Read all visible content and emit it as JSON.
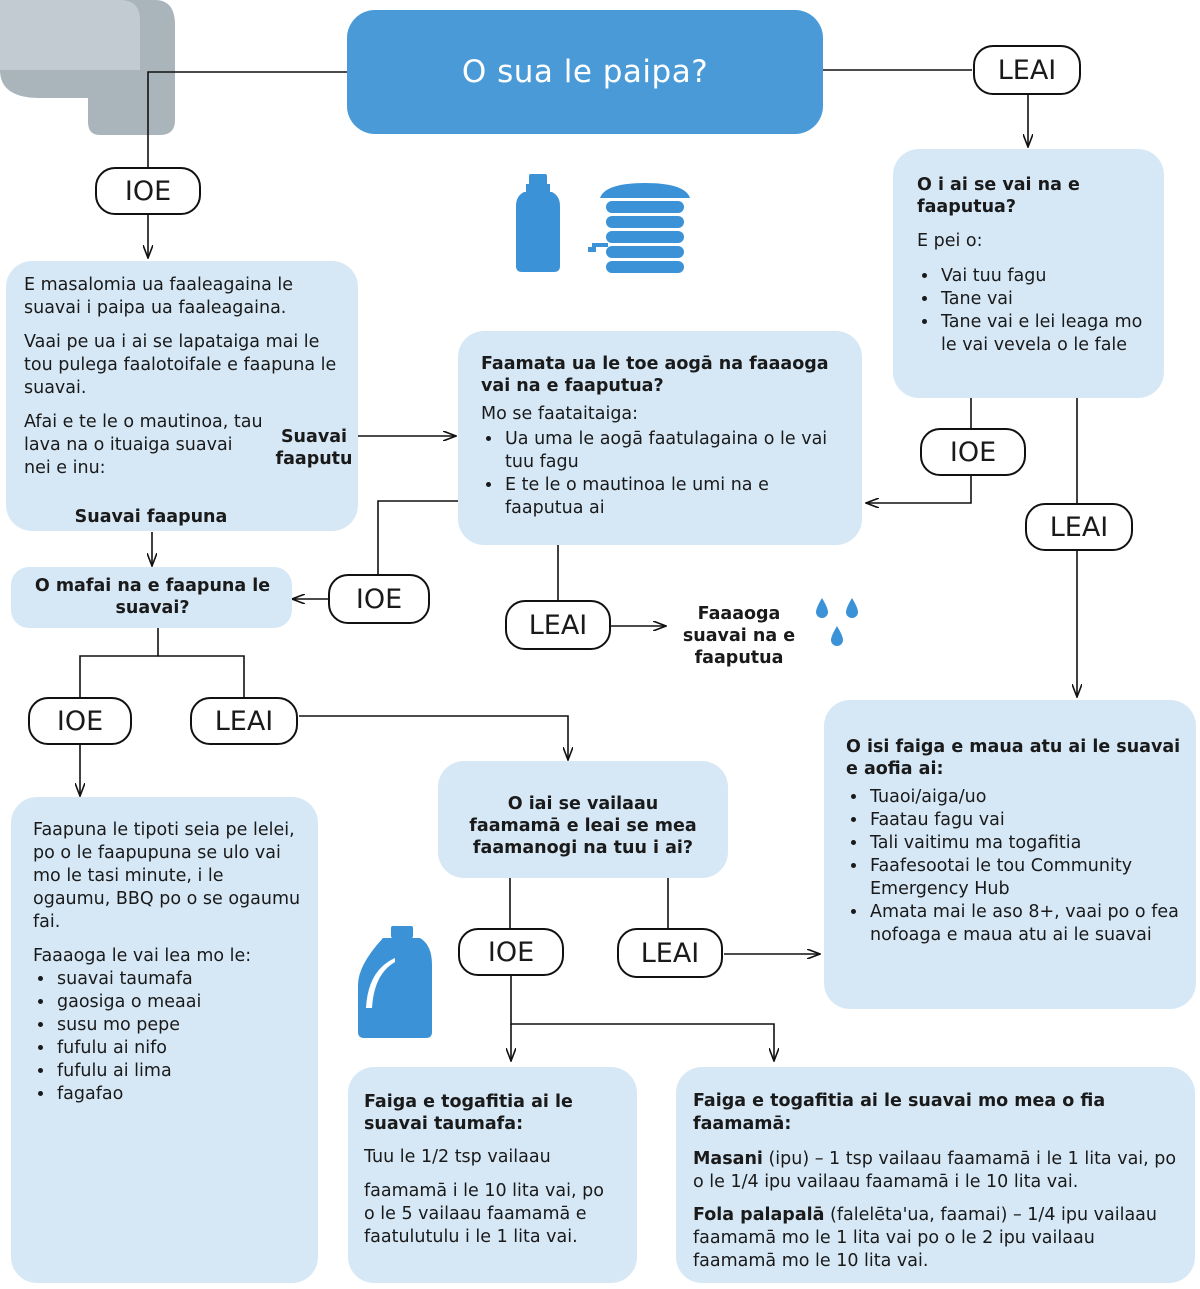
{
  "colors": {
    "box": "#d6e8f6",
    "title": "#4a9ad8",
    "icon": "#3c92d6",
    "pipe": "#a9b4bb"
  },
  "title": "O sua le paipa?",
  "pills": {
    "yes": "IOE",
    "no": "LEAI"
  },
  "left_box": {
    "p1": "E masalomia ua faaleagaina le suavai i paipa ua faaleagaina.",
    "p2": "Vaai pe ua i ai se lapataiga mai le tou pulega faalotoifale e faapuna le suavai.",
    "p3": "Afai e te le o mautinoa, tau lava na o ituaiga suavai nei e inu:",
    "stored_label": "Suavai faaputu",
    "boiled_label": "Suavai faapuna"
  },
  "right_box": {
    "question": "O i ai se vai na e faaputua?",
    "intro": "E pei o:",
    "items": [
      "Vai tuu fagu",
      "Tane vai",
      "Tane vai e lei leaga mo le vai vevela o le fale"
    ]
  },
  "middle_box": {
    "question": "Faamata ua le toe aogā na faaaoga vai na e faaputua?",
    "intro": "Mo se faataitaiga:",
    "items": [
      "Ua uma le aogā faatulagaina o le vai tuu fagu",
      "E te le o mautinoa le umi na e faaputua ai"
    ]
  },
  "boil_question": "O mafai na e faapuna le suavai?",
  "use_stored": "Faaaoga suavai na e faaputua",
  "bleach_question": "O iai se vailaau faamamā e leai se mea faamanogi na tuu i ai?",
  "boil_box": {
    "p1": "Faapuna le tipoti seia pe lelei, po o le faapupuna se ulo vai mo le tasi minute, i le ogaumu, BBQ po o se ogaumu fai.",
    "p2": "Faaaoga le vai lea mo le:",
    "items": [
      "suavai taumafa",
      "gaosiga o meaai",
      "susu mo pepe",
      "fufulu ai nifo",
      "fufulu ai lima",
      "fagafao"
    ]
  },
  "other_box": {
    "title": "O isi faiga e maua atu ai le suavai e aofia ai:",
    "items": [
      "Tuaoi/aiga/uo",
      "Faatau fagu vai",
      "Tali vaitimu ma togafitia",
      "Faafesootai le tou Community Emergency Hub",
      "Amata mai le aso 8+, vaai po o fea nofoaga e maua atu ai le suavai"
    ]
  },
  "drink_box": {
    "title": "Faiga e togafitia ai le suavai taumafa:",
    "p1": "Tuu le 1/2 tsp vailaau",
    "p2": "faamamā i le 10 lita vai, po o le 5 vailaau faamamā e faatulutulu i le 1 lita vai."
  },
  "clean_box": {
    "title": "Faiga e togafitia ai le suavai mo mea o fia faamamā:",
    "normal_label": "Masani",
    "normal_text": " (ipu) – 1 tsp vailaau faamamā i le 1 lita vai, po o le 1/4 ipu vailaau faamamā i le 10 lita vai.",
    "hard_label": "Fola palapalā",
    "hard_text": " (falelēta'ua, faamai) – 1/4 ipu vailaau faamamā mo le 1 lita vai po o le 2 ipu vailaau faamamā mo le 10 lita vai."
  },
  "icons": [
    "tap-icon",
    "water-bottle-icon",
    "water-tank-icon",
    "water-drops-icon",
    "bleach-bottle-icon",
    "kettle-icon",
    "bbq-icon"
  ]
}
